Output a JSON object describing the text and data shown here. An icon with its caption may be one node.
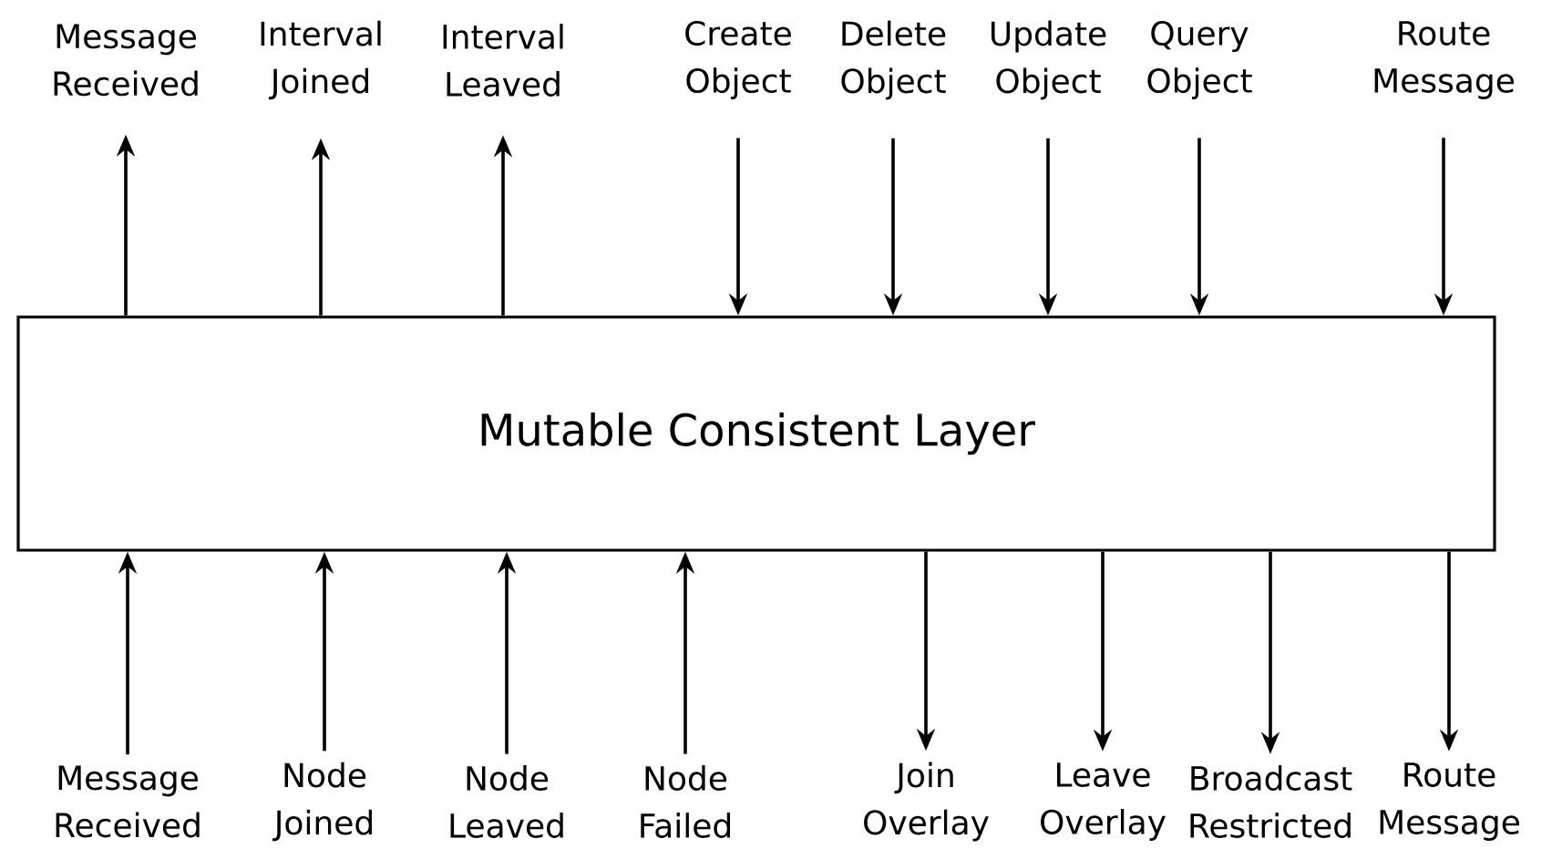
{
  "diagram": {
    "nodes": [
      {
        "text": [
          "Mutable Consistent Layer"
        ]
      },
      {
        "text": [
          "Message Received"
        ]
      },
      {
        "text": [
          "Interval Joined"
        ]
      },
      {
        "text": [
          "Interval Leaved"
        ]
      },
      {
        "text": [
          "Create Object"
        ]
      },
      {
        "text": [
          "Delete Object"
        ]
      },
      {
        "text": [
          "Update Object"
        ]
      },
      {
        "text": [
          "Query Object"
        ]
      },
      {
        "text": [
          "Route Message"
        ]
      },
      {
        "text": [
          "Message Received"
        ]
      },
      {
        "text": [
          "Node Joined"
        ]
      },
      {
        "text": [
          "Node Leaved"
        ]
      },
      {
        "text": [
          "Node Failed"
        ]
      },
      {
        "text": [
          "Join Overlay"
        ]
      },
      {
        "text": [
          "Leave Overlay"
        ]
      },
      {
        "text": [
          "Broadcast Restricted"
        ]
      },
      {
        "text": [
          "Route Message"
        ]
      }
    ],
    "edges": [
      {
        "from": 0,
        "to": 1,
        "arrow": "to"
      },
      {
        "from": 0,
        "to": 2,
        "arrow": "to"
      },
      {
        "from": 0,
        "to": 3,
        "arrow": "to"
      },
      {
        "from": 4,
        "to": 0,
        "arrow": "to"
      },
      {
        "from": 5,
        "to": 0,
        "arrow": "to"
      },
      {
        "from": 6,
        "to": 0,
        "arrow": "to"
      },
      {
        "from": 7,
        "to": 0,
        "arrow": "to"
      },
      {
        "from": 8,
        "to": 0,
        "arrow": "to"
      },
      {
        "from": 9,
        "to": 0,
        "arrow": "to"
      },
      {
        "from": 10,
        "to": 0,
        "arrow": "to"
      },
      {
        "from": 11,
        "to": 0,
        "arrow": "to"
      },
      {
        "from": 12,
        "to": 0,
        "arrow": "to"
      },
      {
        "from": 0,
        "to": 13,
        "arrow": "to"
      },
      {
        "from": 0,
        "to": 14,
        "arrow": "to"
      },
      {
        "from": 0,
        "to": 15,
        "arrow": "to"
      },
      {
        "from": 0,
        "to": 16,
        "arrow": "to"
      }
    ]
  }
}
